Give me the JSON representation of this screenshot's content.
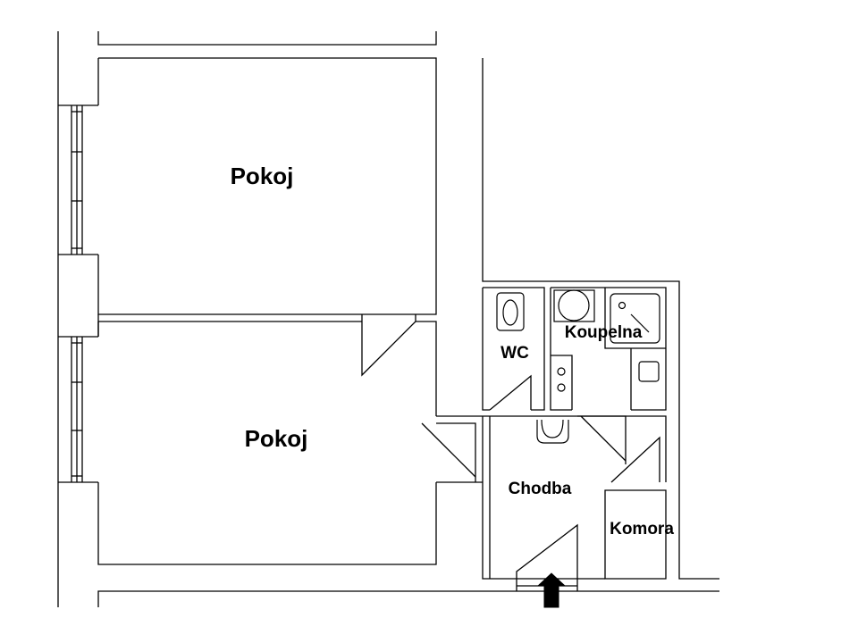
{
  "rooms": {
    "pokoj_upper": "Pokoj",
    "pokoj_lower": "Pokoj",
    "wc": "WC",
    "koupelna": "Koupelna",
    "chodba": "Chodba",
    "komora": "Komora"
  },
  "colors": {
    "line": "#000000",
    "background": "#ffffff"
  },
  "icons": [
    "toilet-icon",
    "washbasin-icon",
    "shower-tray-icon",
    "stove-icon",
    "sink-icon",
    "entrance-arrow-icon"
  ]
}
